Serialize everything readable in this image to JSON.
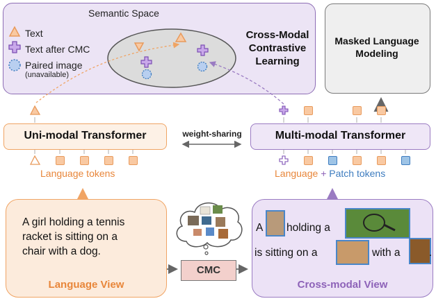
{
  "semantic_space": {
    "title": "Semantic Space",
    "legend": [
      {
        "label": "Text",
        "icon": "triangle-icon"
      },
      {
        "label": "Text after CMC",
        "icon": "plus-icon"
      },
      {
        "label": "Paired image",
        "sub": "(unavailable)",
        "icon": "dotted-circle-icon"
      }
    ],
    "ccl_lines": [
      "Cross-Modal",
      "Contrastive",
      "Learning"
    ]
  },
  "mlm": {
    "lines": [
      "Masked Language",
      "Modeling"
    ]
  },
  "uni_modal": {
    "label": "Uni-modal Transformer",
    "tokens_label": "Language tokens"
  },
  "weight_sharing": "weight-sharing",
  "multi_modal": {
    "label": "Multi-modal Transformer",
    "tokens_language": "Language",
    "tokens_plus": "+",
    "tokens_patch": "Patch tokens"
  },
  "language_view": {
    "text_lines": [
      "A girl holding a tennis",
      "racket is sitting on a",
      "chair with a dog."
    ],
    "title": "Language View"
  },
  "cmc": "CMC",
  "cross_modal_view": {
    "line1_a": "A",
    "line1_b": "holding a",
    "line2_a": "is sitting on a",
    "line2_b": "with a",
    "line2_c": ".",
    "title": "Cross-modal View"
  },
  "colors": {
    "orange": "#f0a464",
    "purple": "#9a7bc2",
    "blue": "#3e7cbf",
    "orange_text": "#e8863a",
    "purple_text": "#8d62b8"
  }
}
